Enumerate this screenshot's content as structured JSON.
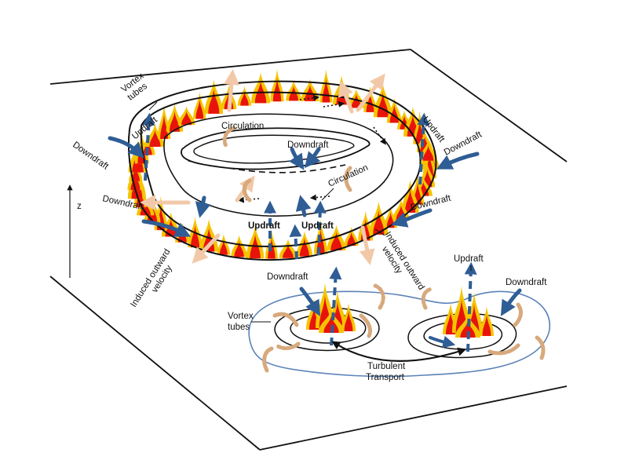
{
  "labels": {
    "vortex_tubes_ring": [
      "Vortex",
      "tubes"
    ],
    "updraft_left": "Updraft",
    "circulation_top": "Circulation",
    "downdraft_center": "Downdraft",
    "updraft_right": "Updraft",
    "downdraft_left_upper": "Downdraft",
    "downdraft_right_upper": "Downdraft",
    "downdraft_left_lower": "Downdraft",
    "circulation_lower": "Circulation",
    "downdraft_right_mid": "Downdraft",
    "updraft_inner_1": "Updraft",
    "updraft_inner_2": "Updraft",
    "induced_left": [
      "Induced outward",
      "velocity"
    ],
    "induced_right": [
      "Induced outward",
      "velocity"
    ],
    "downdraft_fire1": "Downdraft",
    "updraft_fire2": "Updraft",
    "downdraft_fire2": "Downdraft",
    "vortex_tubes_fires": [
      "Vortex",
      "tubes"
    ],
    "turbulent_transport": [
      "Turbulent",
      "Transport"
    ],
    "z_axis": "z"
  },
  "colors": {
    "flame_outer": "#F5C400",
    "flame_inner": "#E8140C",
    "downdraft_arrow": "#2F5D95",
    "updraft_arrow": "#F2C9A8",
    "vortex_tan": "#D7A97C",
    "vortex_blue": "#5B82B8"
  }
}
